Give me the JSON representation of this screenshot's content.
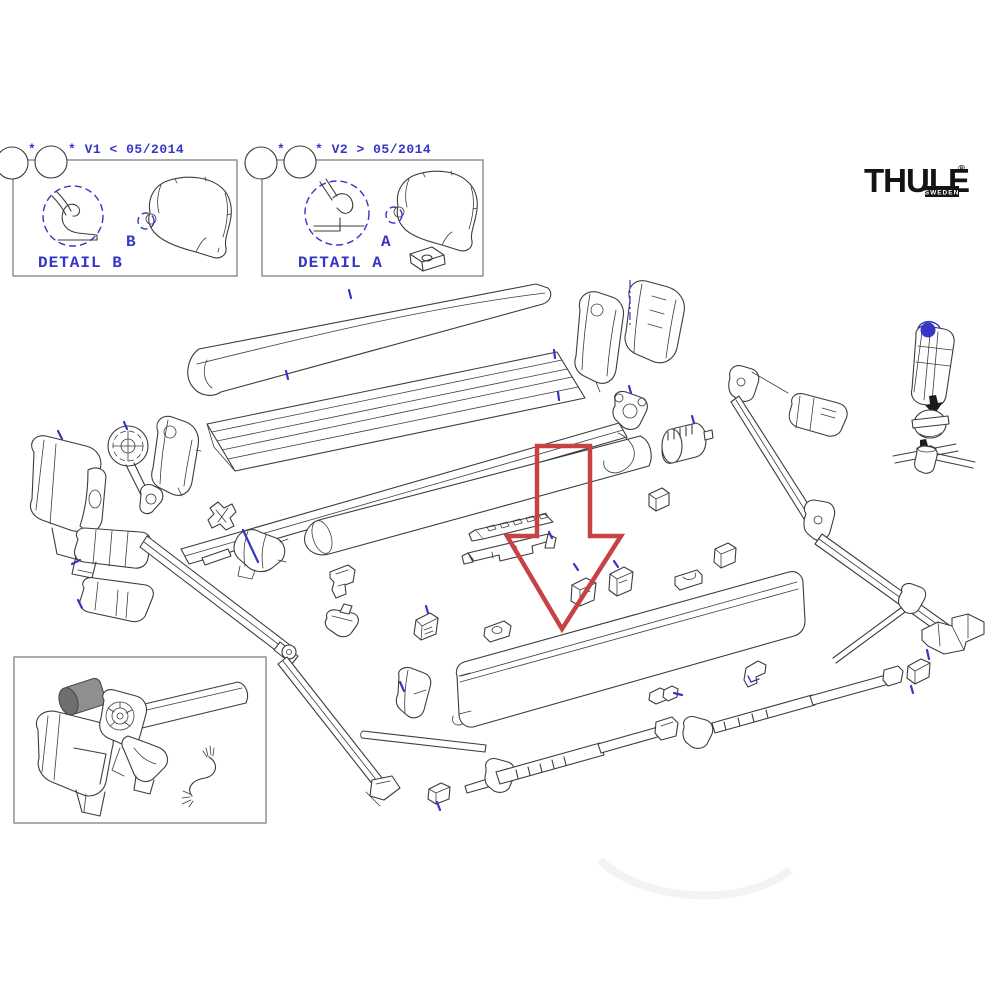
{
  "page": {
    "background": "#ffffff",
    "description": "Thule awning exploded spare-parts diagram"
  },
  "colors": {
    "line": "#3c3c3c",
    "box_border": "#8a8a8a",
    "annotation_blue": "#3636c4",
    "highlight_red": "#c74343",
    "plug_gray": "#8f8f8f",
    "plug_gray_dark": "#6f6f6f",
    "logo_black": "#141414"
  },
  "brand": {
    "name": "THULE",
    "registered_mark": "®",
    "origin_label": "SWEDEN"
  },
  "callouts": {
    "detail_b": {
      "star": "*",
      "version_note": "* V1 < 05/2014",
      "caption": "DETAIL B",
      "point_label": "B"
    },
    "detail_a": {
      "star": "*",
      "version_note": "* V2 > 05/2014",
      "caption": "DETAIL A",
      "point_label": "A"
    }
  },
  "highlight_arrow": {
    "shape": "outlined-down-arrow",
    "color": "#c74343",
    "points_to": "front-lead-rail-panel"
  },
  "parts": [
    "cassette-lid",
    "cassette-back-profile",
    "cassette-bottom-rail",
    "roller-tube",
    "fabric-edge",
    "front-lead-rail-panel",
    "left-end-cap",
    "left-mount-bracket",
    "crank-gear",
    "gear-housing",
    "motor-unit",
    "left-cover-piece",
    "left-support-arm",
    "left-arm-foot",
    "roller-drive-adapter",
    "small-bracket-left",
    "hook-clip",
    "pin-block",
    "center-block",
    "latch-plate",
    "perforated-strip-upper",
    "perforated-strip-lower",
    "arm-cover-left",
    "right-end-cap-inner",
    "right-end-cap-outer",
    "mid-bracket-clip",
    "roller-end-drum",
    "right-arm-shoulder",
    "arm-cover-right",
    "right-support-arm",
    "right-arm-foot",
    "pitch-rod",
    "wall-bracket",
    "adjuster-knob",
    "mounting-spigot",
    "mounting-rods",
    "tension-rafter-left",
    "tension-rafter-right",
    "rafter-tube",
    "clip-cube",
    "end-clip-pair",
    "slot-bracket",
    "clip-bottom",
    "clip-pair-mid",
    "bracket-right-mid",
    "clip-right-small",
    "motor-kit-detail-box",
    "gray-plug-cap",
    "motor-kit-end-cap",
    "motor-roller-assembly",
    "motor-cable"
  ]
}
